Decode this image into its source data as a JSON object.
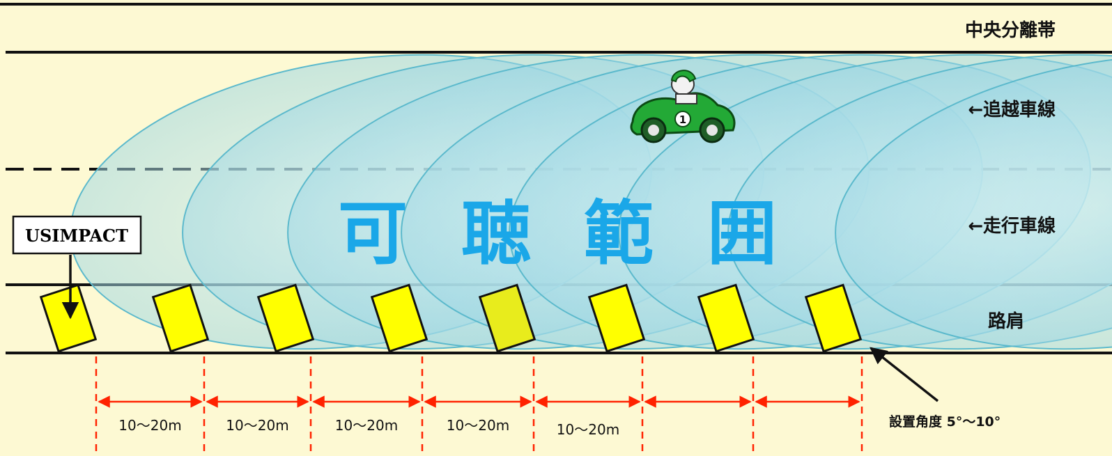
{
  "labels": {
    "median": "中央分離帯",
    "passing_lane": "←追越車線",
    "driving_lane": "←走行車線",
    "shoulder": "路肩",
    "audible_range": [
      "可",
      "聴",
      "範",
      "囲"
    ],
    "device": "USIMPACT",
    "car_number": "1",
    "install_angle": "設置角度 5°～10°"
  },
  "spacing_labels": [
    "10～20m",
    "10～20m",
    "10～20m",
    "10～20m",
    "10～20m",
    "",
    "",
    ""
  ],
  "colors": {
    "background": "#fdf9d3",
    "device_fill": "#ffff00",
    "range_fill": "#bfe6ee",
    "range_stroke": "#5bb9cc",
    "dimension_red": "#ff2200",
    "big_text": "#1aa7e8",
    "car": "#23a936"
  },
  "icons": {
    "car": "race-car-icon",
    "device": "usimpact-device-icon",
    "pointer": "arrow-pointer-icon"
  }
}
